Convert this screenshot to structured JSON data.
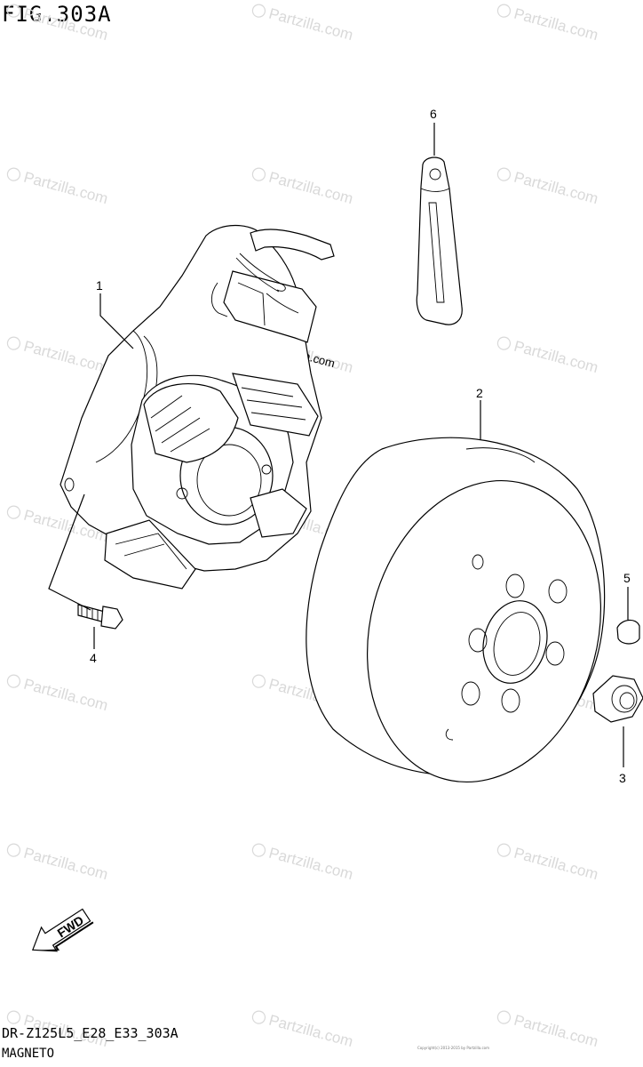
{
  "figure": {
    "title": "FIG.303A"
  },
  "footer": {
    "code": "DR-Z125L5_E28_E33_303A",
    "name": "MAGNETO"
  },
  "copyright": "Copyright(c) 2013-2015 by Partzilla.com",
  "watermark": {
    "text": "Partzilla.com",
    "center_text": "Partzilla.com",
    "color": "#d9d9d9"
  },
  "parts": [
    {
      "number": "1",
      "name": "stator"
    },
    {
      "number": "2",
      "name": "rotor"
    },
    {
      "number": "3",
      "name": "nut"
    },
    {
      "number": "4",
      "name": "bolt"
    },
    {
      "number": "5",
      "name": "key"
    },
    {
      "number": "6",
      "name": "clamp"
    }
  ],
  "fwd_label": "FWD",
  "icons": {
    "fwd": "fwd-arrow-icon",
    "watermark": "copyright-icon"
  }
}
